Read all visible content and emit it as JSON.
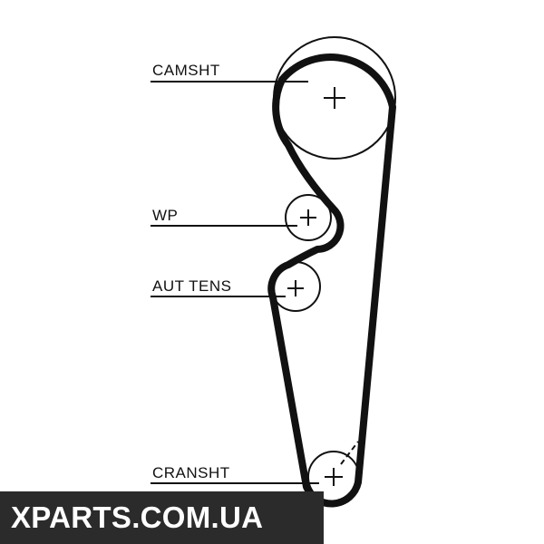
{
  "labels": {
    "camshaft": "CAMSHT",
    "water_pump": "WP",
    "auto_tensioner": "AUT TENS",
    "crankshaft": "CRANSHT"
  },
  "watermark": "XPARTS.COM.UA",
  "colors": {
    "belt": "#111111",
    "background": "#ffffff",
    "watermark_bg": "#2b2b2b",
    "watermark_text": "#ffffff"
  }
}
